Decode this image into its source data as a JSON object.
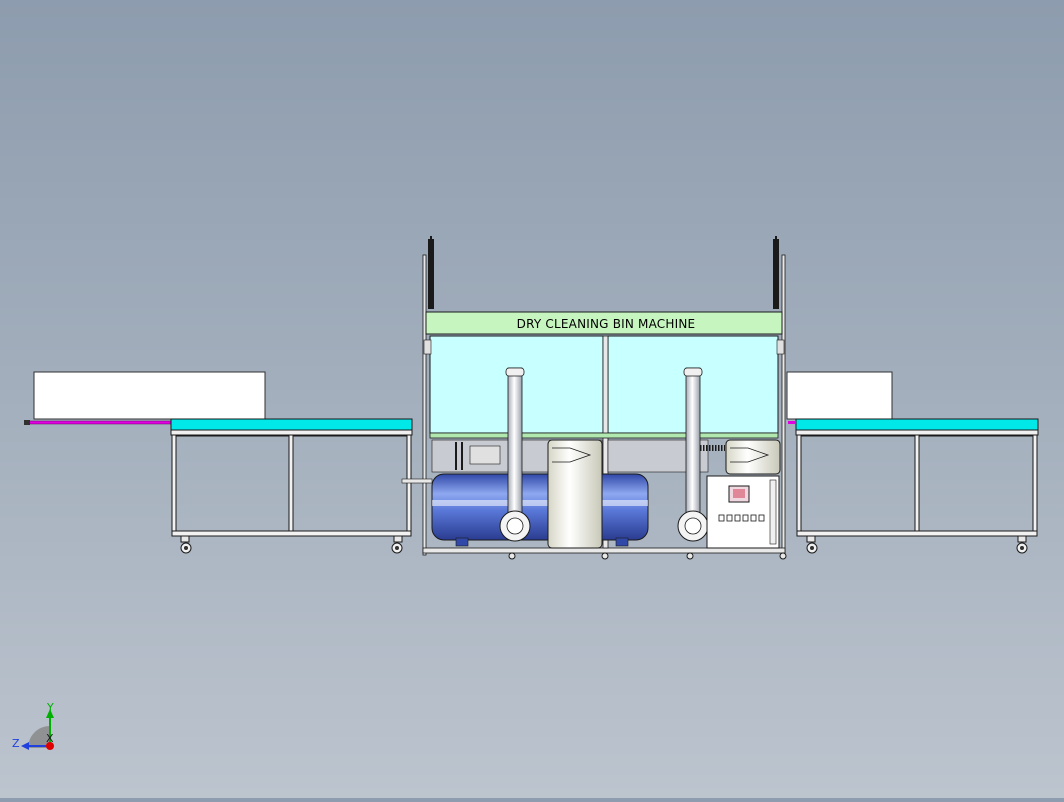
{
  "machine": {
    "title_label": "DRY CLEANING BIN MACHINE"
  },
  "triad": {
    "y_label": "Y",
    "z_label": "Z",
    "x_label": "X"
  },
  "colors": {
    "background_top": "#8d9cae",
    "background_bottom": "#bcc4ce",
    "title_panel": "#c6f5c0",
    "hopper_glass": "#c8ffff",
    "conveyor_top": "#00e8e8",
    "feed_rail": "#e000e0",
    "tank_blue": "#5a78d8",
    "axis_y": "#00b000",
    "axis_z": "#2040e0",
    "axis_origin": "#e00000"
  }
}
